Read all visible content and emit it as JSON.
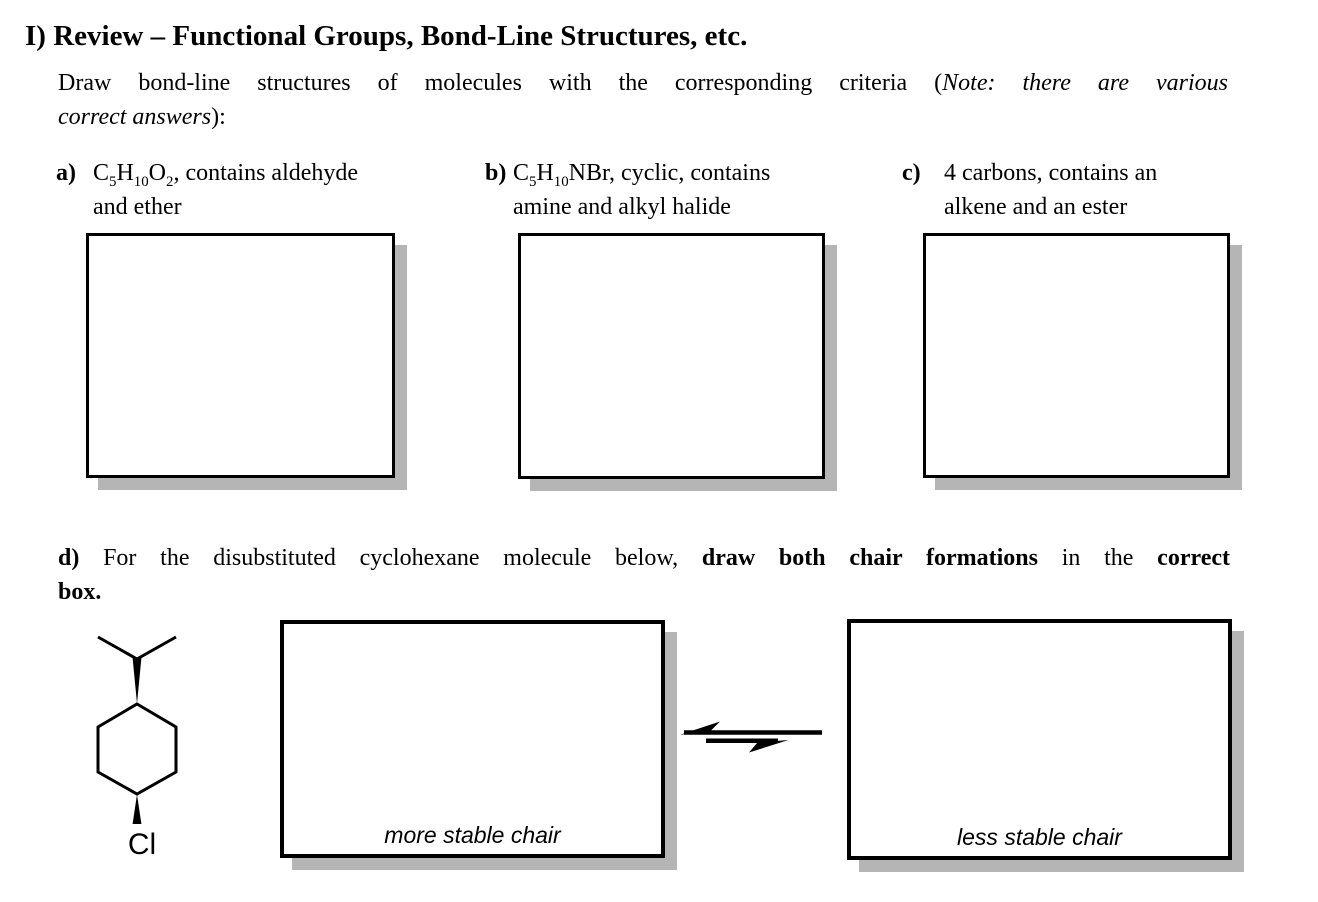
{
  "colors": {
    "ink": "#000000",
    "box_shadow": "#b5b5b5",
    "background": "#ffffff"
  },
  "title": "I) Review – Functional Groups, Bond-Line Structures, etc.",
  "intro": {
    "line1": [
      {
        "text": "Draw bond-line structures of molecules with the corresponding criteria ("
      },
      {
        "text": "Note: there are various",
        "italic": true
      }
    ],
    "line2": [
      {
        "text": "correct answers",
        "italic": true
      },
      {
        "text": "):"
      }
    ]
  },
  "problems": [
    {
      "label": "a)",
      "line1": [
        {
          "text": "C"
        },
        {
          "text": "5",
          "sub": true
        },
        {
          "text": "H"
        },
        {
          "text": "10",
          "sub": true
        },
        {
          "text": "O"
        },
        {
          "text": "2",
          "sub": true
        },
        {
          "text": ", contains aldehyde"
        }
      ],
      "line2": "and ether"
    },
    {
      "label": "b)",
      "line1": [
        {
          "text": "C"
        },
        {
          "text": "5",
          "sub": true
        },
        {
          "text": "H"
        },
        {
          "text": "10",
          "sub": true
        },
        {
          "text": "NBr, cyclic, contains"
        }
      ],
      "line2": "amine and alkyl halide"
    },
    {
      "label": "c)",
      "line1": [
        {
          "text": "4 carbons, contains an"
        }
      ],
      "line2": "alkene and an ester"
    }
  ],
  "part_d": {
    "line1": [
      {
        "text": "d)",
        "bold": true
      },
      {
        "text": " For the disubstituted cyclohexane molecule below, "
      },
      {
        "text": "draw both chair formations",
        "bold": true
      },
      {
        "text": " in the "
      },
      {
        "text": "correct",
        "bold": true
      }
    ],
    "line2": [
      {
        "text": "box.",
        "bold": true
      }
    ]
  },
  "molecule": {
    "bottom_substituent_label": "Cl"
  },
  "equilibrium": {
    "left_box_caption": "more stable chair",
    "right_box_caption": "less stable chair"
  }
}
